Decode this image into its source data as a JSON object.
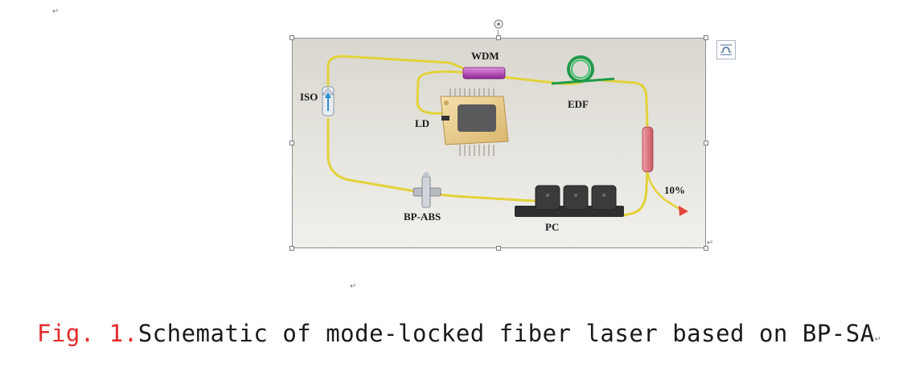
{
  "document": {
    "paragraph_mark": "↵",
    "figure": {
      "labels": {
        "wdm": "WDM",
        "edf": "EDF",
        "iso": "ISO",
        "ld": "LD",
        "bp_abs": "BP-ABS",
        "pc": "PC",
        "coupler_ratio": "10%"
      }
    },
    "caption": {
      "label": "Fig. 1.",
      "text": "Schematic of mode-locked fiber laser based on BP-SA"
    }
  },
  "colors": {
    "caption_label": "#e52a2a",
    "fiber": "#e3d23a",
    "edf_coil": "#1f9a4a",
    "wdm": "#b43ab8",
    "coupler": "#e37a85",
    "pc": "#3a3a3a",
    "ld_body": "#e8cb8a"
  },
  "icons": {
    "rotate": "rotate-icon",
    "layout_options": "layout-options-icon"
  }
}
